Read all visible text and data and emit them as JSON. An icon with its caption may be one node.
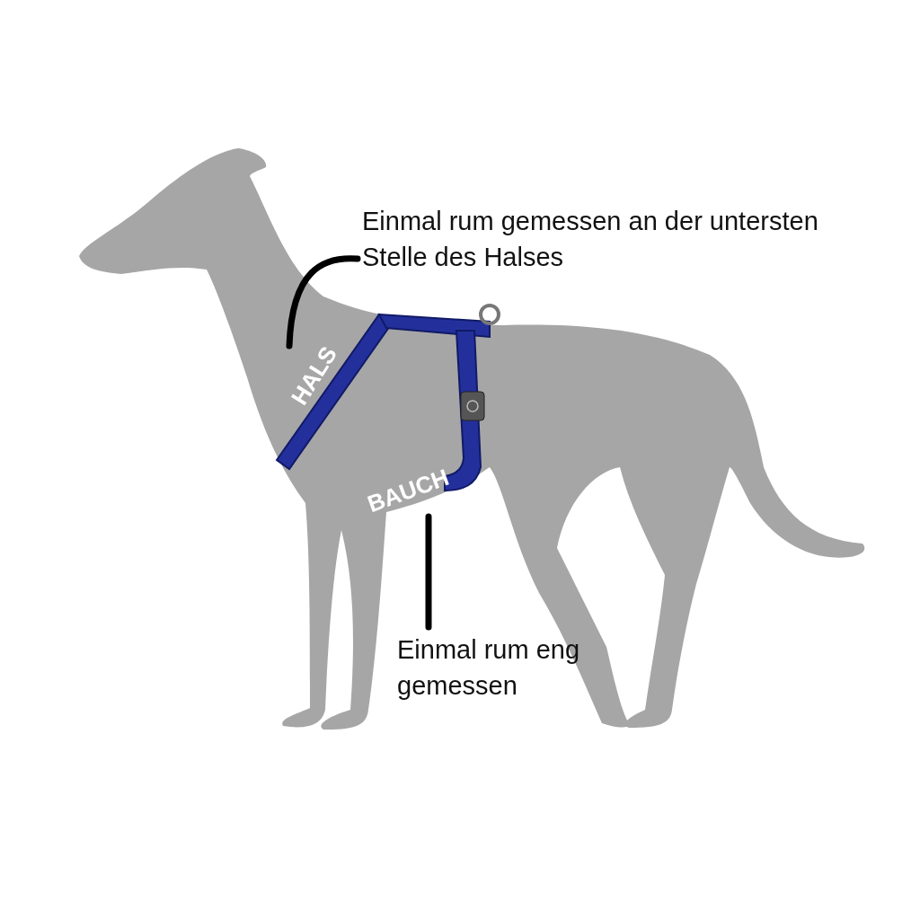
{
  "diagram": {
    "nodes": [
      {
        "text": [
          "Einmal rum gemessen an der untersten Stelle des Halses"
        ]
      },
      {
        "text": [
          "HALS"
        ]
      },
      {
        "text": [
          "BAUCH"
        ]
      },
      {
        "text": [
          "Einmal rum eng gemessen"
        ]
      }
    ],
    "edges": [
      {
        "from": 0,
        "to": 1,
        "arrow": "none"
      },
      {
        "from": 3,
        "to": 2,
        "arrow": "none"
      }
    ]
  }
}
